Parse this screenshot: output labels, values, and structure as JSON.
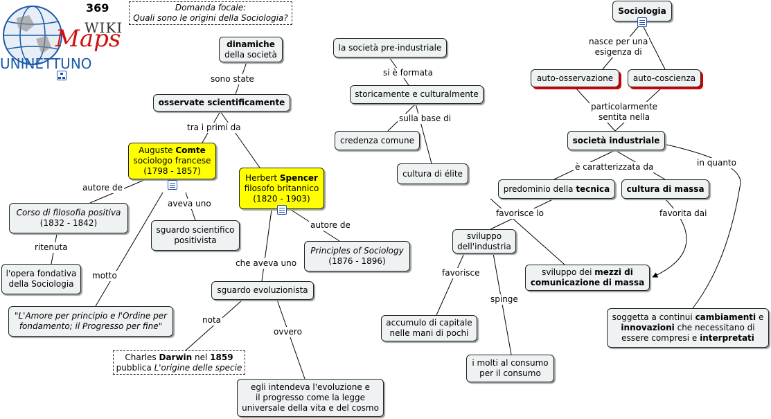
{
  "logo": {
    "number": "369",
    "wiki": "WIKI",
    "maps": "Maps",
    "brand": "UNINETTUNO"
  },
  "focus": {
    "line1": "Domanda focale:",
    "line2": "Quali sono le origini della Sociologia?"
  },
  "nodes": {
    "dinamiche_b": "dinamiche",
    "dinamiche_t": "della società",
    "osservate": "osservate scientificamente",
    "comte_pre": "Auguste ",
    "comte_name": "Comte",
    "comte_role": "sociologo francese",
    "comte_years": "(1798 - 1857)",
    "spencer_pre": "Herbert ",
    "spencer_name": "Spencer",
    "spencer_role": "filosofo britannico",
    "spencer_years": "(1820 - 1903)",
    "corso_title": "Corso di filosofia positiva",
    "corso_years": "(1832 - 1842)",
    "sguardo_sci_1": "sguardo scientifico",
    "sguardo_sci_2": "positivista",
    "opera_1": "l'opera fondativa",
    "opera_2": "della Sociologia",
    "motto_1": "\"L'Amore per principio e l'Ordine per",
    "motto_2": "fondamento; il Progresso per fine\"",
    "principles_title": "Principles of Sociology",
    "principles_years": "(1876 - 1896)",
    "sguardo_evo": "sguardo evoluzionista",
    "darwin_pre": "Charles ",
    "darwin_name": "Darwin",
    "darwin_mid": " nel ",
    "darwin_year": "1859",
    "darwin_l2a": "pubblica ",
    "darwin_l2b": "L'origine delle specie",
    "evoluzione_1": "egli intendeva l'evoluzione e",
    "evoluzione_2": "il progresso come la legge",
    "evoluzione_3": "universale della vita e del cosmo",
    "pre_ind": "la società pre-industriale",
    "storica": "storicamente e culturalmente",
    "credenza": "credenza comune",
    "elite": "cultura di élite",
    "sociologia": "Sociologia",
    "auto_oss": "auto-osservazione",
    "auto_cos": "auto-coscienza",
    "soc_ind": "società industriale",
    "predominio_pre": "predominio della ",
    "predominio_b": "tecnica",
    "cultura_massa": "cultura di massa",
    "sviluppo_ind_1": "sviluppo",
    "sviluppo_ind_2": "dell'industria",
    "mezzi_pre": "sviluppo dei ",
    "mezzi_b1": "mezzi di",
    "mezzi_b2": "comunicazione di massa",
    "accumulo_1": "accumulo di capitale",
    "accumulo_2": "nelle mani di pochi",
    "molti_1": "i molti al consumo",
    "molti_2": "per il consumo",
    "soggetta_1a": "soggetta a continui ",
    "soggetta_1b": "cambiamenti",
    "soggetta_1c": " e",
    "soggetta_2a": "innovazioni",
    "soggetta_2b": " che necessitano di",
    "soggetta_3a": "essere compresi e ",
    "soggetta_3b": "interpretati"
  },
  "labels": {
    "sono_state": "sono state",
    "tra_i_primi": "tra i primi da",
    "autore_de_1": "autore de",
    "aveva_uno": "aveva uno",
    "ritenuta": "ritenuta",
    "motto": "motto",
    "autore_de_2": "autore de",
    "che_aveva_uno": "che aveva uno",
    "nota": "nota",
    "ovvero": "ovvero",
    "si_e_formata": "si è formata",
    "sulla_base_di": "sulla base di",
    "nasce_1": "nasce per una",
    "nasce_2": "esigenza di",
    "partic_1": "particolarmente",
    "partic_2": "sentita nella",
    "caratterizzata": "è caratterizzata da",
    "in_quanto": "in quanto",
    "favorisce_lo": "favorisce lo",
    "favorita_dai": "favorita dai",
    "favorisce": "favorisce",
    "spinge": "spinge"
  },
  "colors": {
    "node_fill": "#eef2f2",
    "highlight": "#ffff00",
    "accent_red": "#d40000",
    "brand_blue": "#1a5aa8"
  }
}
